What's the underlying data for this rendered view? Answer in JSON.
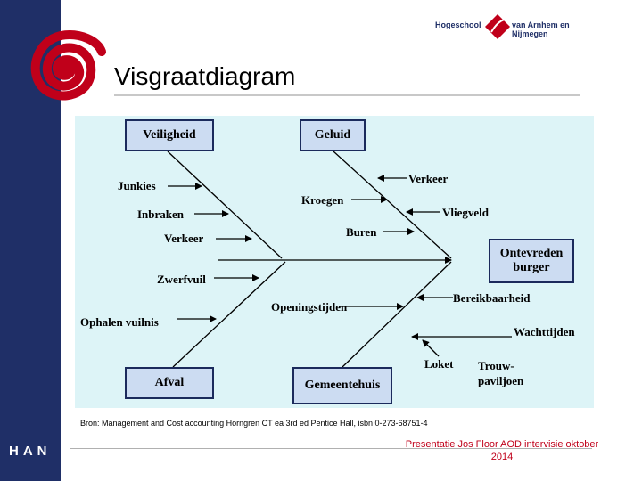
{
  "header": {
    "logo_left": "Hogeschool",
    "logo_right": "van Arnhem en Nijmegen",
    "side_logo": "HAN"
  },
  "slide": {
    "title": "Visgraatdiagram"
  },
  "diagram": {
    "boxes": {
      "veiligheid": "Veiligheid",
      "geluid": "Geluid",
      "afval": "Afval",
      "gemeentehuis": "Gemeentehuis",
      "outcome": "Ontevreden burger"
    },
    "causes": {
      "junkies": "Junkies",
      "inbraken": "Inbraken",
      "verkeer_veiligheid": "Verkeer",
      "kroegen": "Kroegen",
      "buren": "Buren",
      "verkeer_geluid": "Verkeer",
      "vliegveld": "Vliegveld",
      "zwerfvuil": "Zwerfvuil",
      "ophalen_vuilnis": "Ophalen vuilnis",
      "openingstijden": "Openingstijden",
      "bereikbaarheid": "Bereikbaarheid",
      "wachttijden": "Wachttijden",
      "loket": "Loket",
      "trouwpaviljoen": "Trouw-paviljoen"
    },
    "colors": {
      "background": "#ddf4f7",
      "box_fill": "#ccdcf2",
      "box_border": "#1b2a5c",
      "lines": "#000000"
    }
  },
  "source_note": "Bron: Management and Cost accounting Horngren CT ea 3rd ed Pentice Hall, isbn 0-273-68751-4",
  "footer": {
    "presenter": "Presentatie Jos Floor AOD intervisie oktober 2014"
  },
  "colors": {
    "sidebar": "#1f2f67",
    "brand_red": "#c0001a",
    "footer_text": "#c0001a"
  }
}
